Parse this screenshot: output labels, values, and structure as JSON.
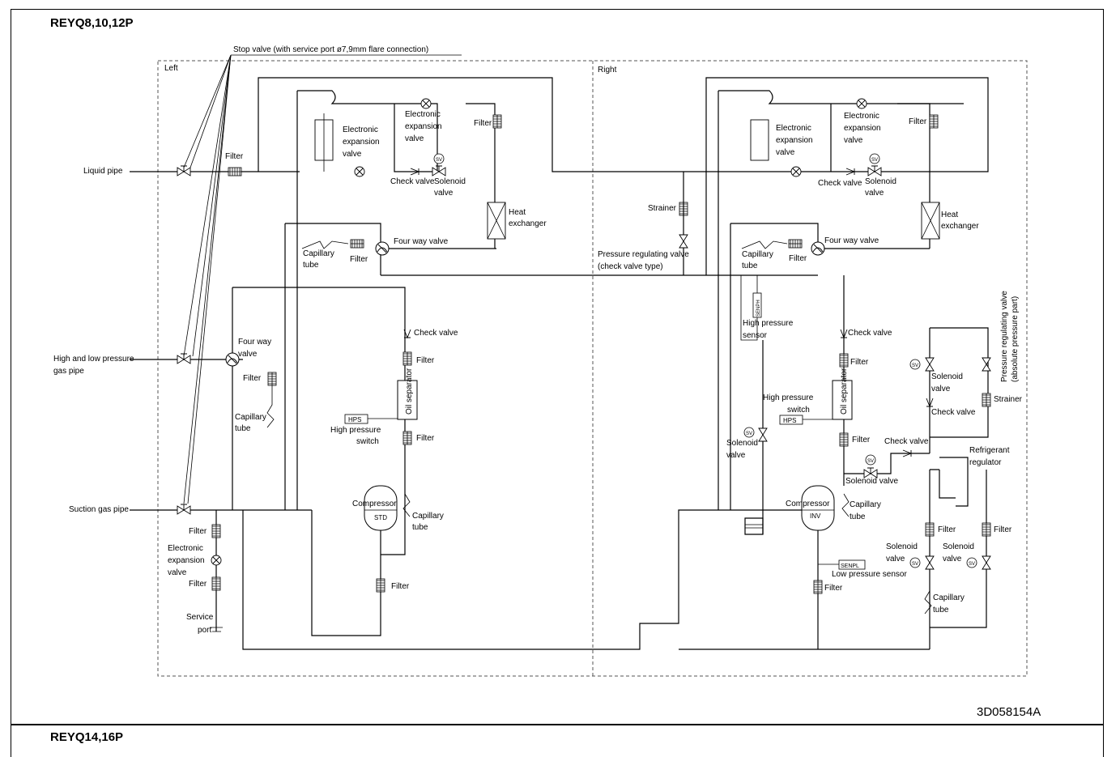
{
  "titles": {
    "top": "REYQ8,10,12P",
    "bottom": "REYQ14,16P"
  },
  "doc_code": "3D058154A",
  "section_labels": {
    "left": "Left",
    "right": "Right"
  },
  "annotation": "Stop valve (with service port ø7,9mm flare connection)",
  "pipes": {
    "liquid": "Liquid pipe",
    "hl_gas": [
      "High and low pressure",
      "gas pipe"
    ],
    "suction": "Suction gas pipe"
  },
  "left": {
    "filter_liquid": "Filter",
    "eev_a": [
      "Electronic",
      "expansion",
      "valve"
    ],
    "eev_b": [
      "Electronic",
      "expansion",
      "valve"
    ],
    "filter_top": "Filter",
    "check_valve": "Check valve",
    "solenoid_valve": [
      "Solenoid",
      "valve"
    ],
    "heat_exchanger": [
      "Heat",
      "exchanger"
    ],
    "capillary_top": [
      "Capillary",
      "tube"
    ],
    "filter_mid": "Filter",
    "four_way_top": "Four way valve",
    "check_valve_2": "Check valve",
    "filter_2": "Filter",
    "four_way_left": [
      "Four way",
      "valve"
    ],
    "filter_3": "Filter",
    "capillary_left": [
      "Capillary",
      "tube"
    ],
    "oil_sep": "Oil separator",
    "hps": "HPS",
    "hps_label": [
      "High pressure",
      "switch"
    ],
    "filter_4": "Filter",
    "compressor": "Compressor",
    "compressor_tag": "STD",
    "capillary_comp": [
      "Capillary",
      "tube"
    ],
    "filter_5": "Filter",
    "filter_6": "Filter",
    "eev_c": [
      "Electronic",
      "expansion",
      "valve"
    ],
    "filter_7": "Filter",
    "service_port": [
      "Service",
      "port"
    ]
  },
  "right": {
    "strainer": "Strainer",
    "prv": [
      "Pressure regulating valve",
      "(check valve type)"
    ],
    "eev_a": [
      "Electronic",
      "expansion",
      "valve"
    ],
    "eev_b": [
      "Electronic",
      "expansion",
      "valve"
    ],
    "filter_top": "Filter",
    "check_valve": "Check valve",
    "solenoid_valve": [
      "Solenoid",
      "valve"
    ],
    "heat_exchanger": [
      "Heat",
      "exchanger"
    ],
    "capillary_top": [
      "Capillary",
      "tube"
    ],
    "filter_mid": "Filter",
    "four_way": "Four way valve",
    "senph": "SENPH",
    "hp_sensor": [
      "High pressure",
      "sensor"
    ],
    "check_valve_2": "Check valve",
    "filter_2": "Filter",
    "solenoid_2": [
      "Solenoid",
      "valve"
    ],
    "check_valve_3": "Check valve",
    "prv_abs": [
      "Pressure regulating valve",
      "(absolute pressure part)"
    ],
    "strainer_2": "Strainer",
    "hps_label": [
      "High pressure",
      "switch"
    ],
    "hps": "HPS",
    "oil_sep": "Oil separator",
    "solenoid_3": [
      "Solenoid",
      "valve"
    ],
    "filter_3": "Filter",
    "check_valve_4": "Check valve",
    "solenoid_4": [
      "Solenoid valve"
    ],
    "refrig_reg": [
      "Refrigerant",
      "regulator"
    ],
    "compressor": "Compressor",
    "compressor_tag": "INV",
    "capillary_comp": [
      "Capillary",
      "tube"
    ],
    "filter_4": "Filter",
    "filter_5": "Filter",
    "solenoid_5": [
      "Solenoid",
      "valve"
    ],
    "solenoid_6": [
      "Solenoid",
      "valve"
    ],
    "senpl": "SENPL",
    "lp_sensor": "Low pressure sensor",
    "filter_6": "Filter",
    "capillary_bottom": [
      "Capillary",
      "tube"
    ]
  }
}
